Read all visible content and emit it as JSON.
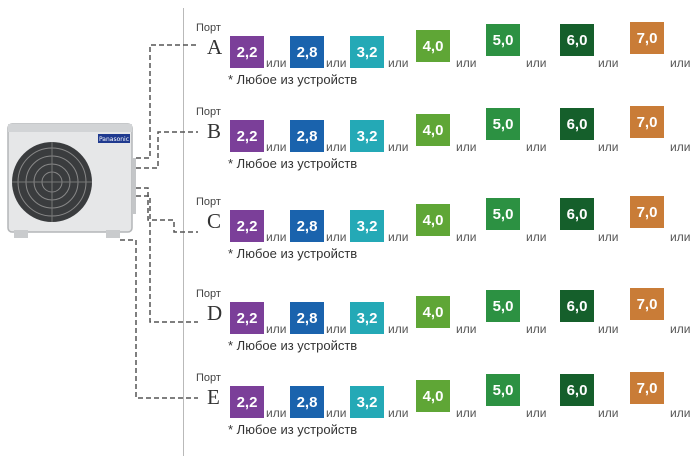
{
  "unit": {
    "brand": "Panasonic"
  },
  "port_word": "Порт",
  "separator": "или",
  "note": "* Любое из устройств",
  "ports": [
    "A",
    "B",
    "C",
    "D",
    "E"
  ],
  "capacities": [
    {
      "value": "2,2",
      "color": "#7b3f99"
    },
    {
      "value": "2,8",
      "color": "#1a63ad"
    },
    {
      "value": "3,2",
      "color": "#24a9b6"
    },
    {
      "value": "4,0",
      "color": "#5fa636"
    },
    {
      "value": "5,0",
      "color": "#2c9142"
    },
    {
      "value": "6,0",
      "color": "#155f2b"
    },
    {
      "value": "7,0",
      "color": "#c97c37"
    }
  ]
}
